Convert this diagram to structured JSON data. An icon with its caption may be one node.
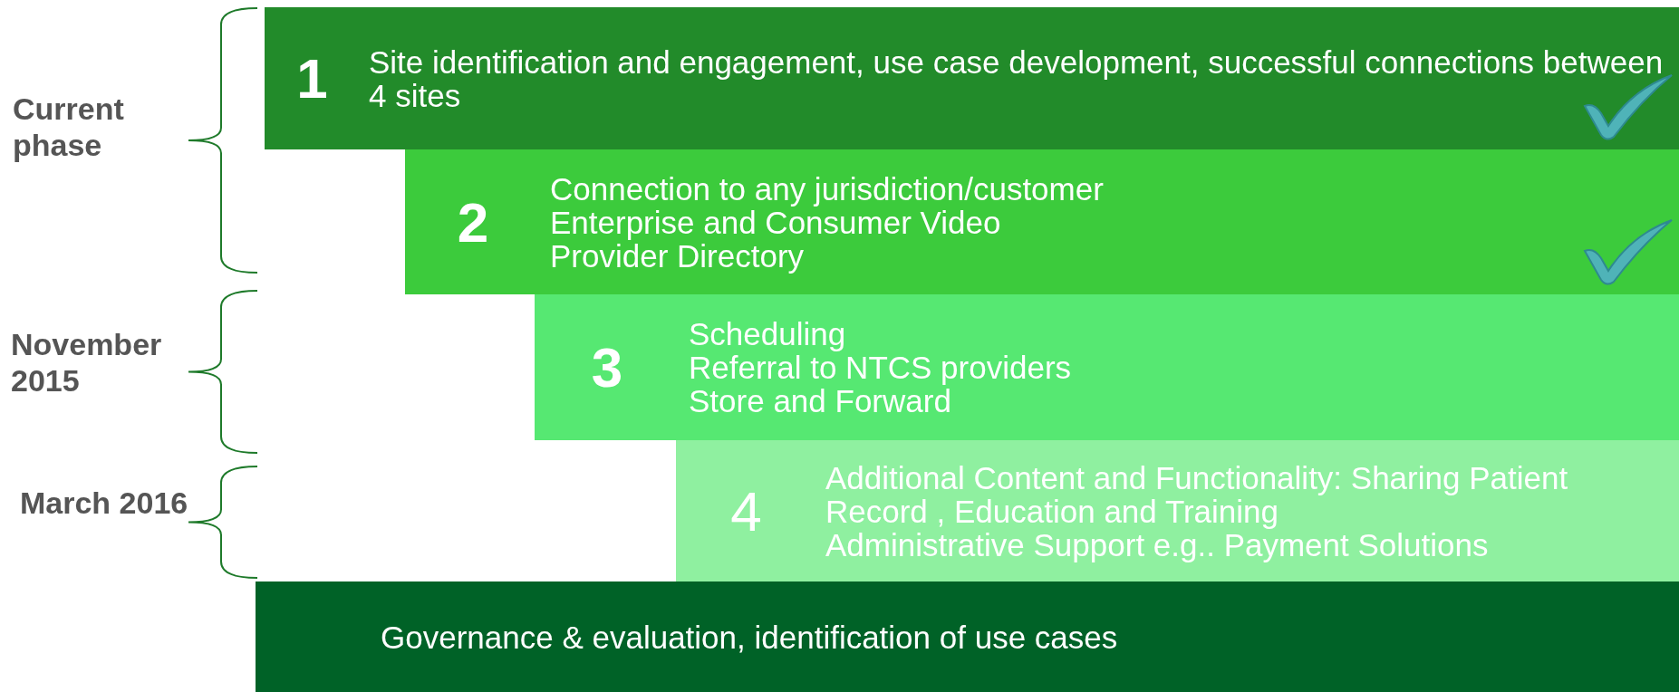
{
  "diagram": {
    "nodes": [
      {
        "text": [
          "1",
          "Site identification and engagement, use case development, successful connections between 4 sites"
        ]
      },
      {
        "text": [
          "2",
          "Connection to any jurisdiction/customer",
          "Enterprise and Consumer Video",
          "Provider Directory"
        ]
      },
      {
        "text": [
          "3",
          "Scheduling",
          "Referral to NTCS providers",
          "Store and Forward"
        ]
      },
      {
        "text": [
          "4",
          "Additional Content and Functionality: Sharing Patient Record , Education and Training",
          "Administrative Support e.g.. Payment Solutions"
        ]
      },
      {
        "text": [
          "Governance & evaluation, identification of use cases"
        ]
      }
    ],
    "labels": [
      "Current phase",
      "November 2015",
      "March 2016"
    ]
  }
}
